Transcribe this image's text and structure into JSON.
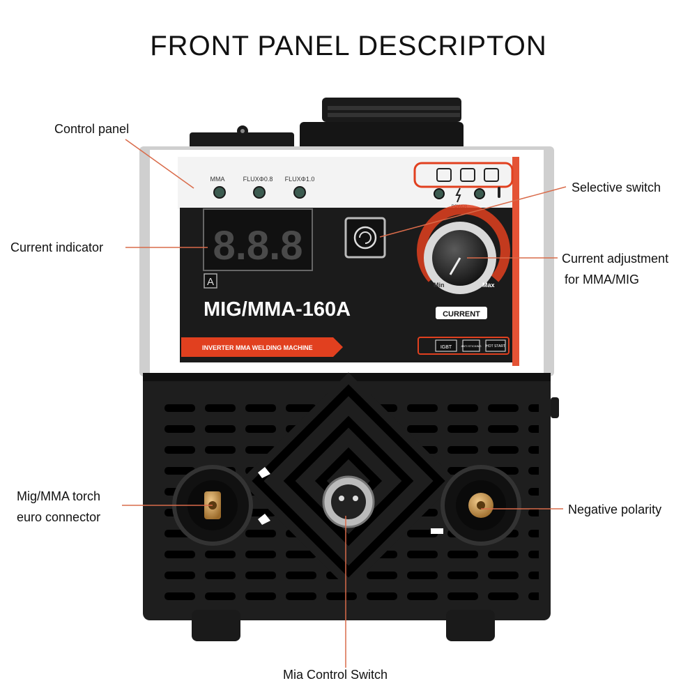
{
  "title": "FRONT PANEL DESCRIPTON",
  "callouts": {
    "control_panel": "Control panel",
    "current_indicator": "Current indicator",
    "selective_switch": "Selective switch",
    "current_adjustment_line1": "Current adjustment",
    "current_adjustment_line2": "for MMA/MIG",
    "torch_connector_line1": "Mig/MMA torch",
    "torch_connector_line2": "euro connector",
    "negative_polarity": "Negative polarity",
    "control_switch": "Mia Control Switch"
  },
  "panel": {
    "mode_leds": [
      "MMA",
      "FLUXΦ0.8",
      "FLUXΦ1.0"
    ],
    "power_label": "POWER",
    "display_digits": "8.8.8",
    "display_unit": "A",
    "model_name": "MIG/MMA-160A",
    "knob_min": "Min",
    "knob_max": "Max",
    "knob_label": "CURRENT",
    "machine_tagline": "INVERTER MMA WELDING MACHINE",
    "feature_badges": [
      "IGBT",
      "ANTI STICKING",
      "HOT START"
    ]
  },
  "colors": {
    "accent_red": "#e1401f",
    "leader_line": "#d96b4a",
    "body_black": "#1e1e1e",
    "panel_white": "#f3f3f3",
    "brass": "#c9954c"
  }
}
